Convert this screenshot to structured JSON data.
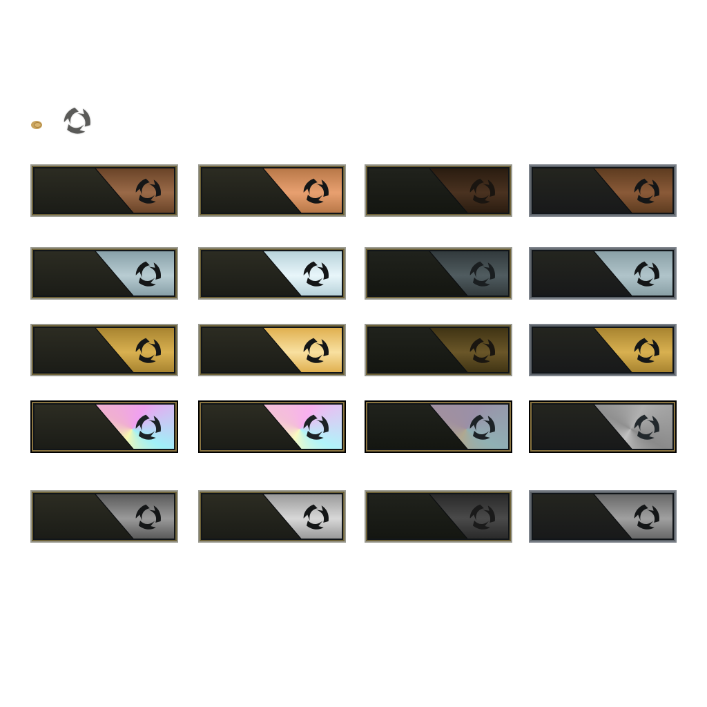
{
  "header": {
    "coin_icon": "coin-icon",
    "emblem_icon": "emblem-icon",
    "emblem_color": "#5a5a58"
  },
  "badges": [
    {
      "tier": "bronze",
      "plate": [
        "#9a6a48",
        "#6a4428"
      ],
      "glyph": "#141617"
    },
    {
      "tier": "bronze",
      "plate": [
        "#e8a070",
        "#b87848"
      ],
      "glyph": "#141617"
    },
    {
      "tier": "bronze",
      "plate": [
        "#4a3220",
        "#2a1c10"
      ],
      "glyph": "#1a1510"
    },
    {
      "tier": "bronze",
      "plate": [
        "#8a5a38",
        "#5e3c20"
      ],
      "glyph": "#141617"
    },
    {
      "tier": "silver",
      "plate": [
        "#b8ccd2",
        "#88a0a8"
      ],
      "glyph": "#141617"
    },
    {
      "tier": "silver",
      "plate": [
        "#e8f6fa",
        "#b8d2da"
      ],
      "glyph": "#141617"
    },
    {
      "tier": "silver",
      "plate": [
        "#505c60",
        "#323a3c"
      ],
      "glyph": "#1a1e20"
    },
    {
      "tier": "silver",
      "plate": [
        "#b0c4ca",
        "#8aa0a6"
      ],
      "glyph": "#141617"
    },
    {
      "tier": "gold",
      "plate": [
        "#d8b050",
        "#a88430"
      ],
      "glyph": "#141617"
    },
    {
      "tier": "gold",
      "plate": [
        "#f8e0a0",
        "#e0b050"
      ],
      "glyph": "#141617"
    },
    {
      "tier": "gold",
      "plate": [
        "#6a5628",
        "#403414"
      ],
      "glyph": "#1a1610"
    },
    {
      "tier": "gold",
      "plate": [
        "#d8b050",
        "#a88430"
      ],
      "glyph": "#141617"
    },
    {
      "tier": "holo",
      "plate": [
        "#f0a0f0",
        "#a0f0f8",
        "#f8f8b0",
        "#f0b0d0"
      ],
      "glyph": "#1c2226"
    },
    {
      "tier": "holo",
      "plate": [
        "#f8b0f0",
        "#b0f4fa",
        "#fafac0",
        "#f4c0d8"
      ],
      "glyph": "#1c2226"
    },
    {
      "tier": "holo",
      "plate": [
        "#9a90a8",
        "#90b0b4",
        "#b0a890",
        "#a090a0"
      ],
      "glyph": "#1c2226"
    },
    {
      "tier": "holo",
      "plate": [
        "#b0b0b0",
        "#8a8a8a",
        "#c0c0c0",
        "#909090"
      ],
      "glyph": "#22282c"
    },
    {
      "tier": "grey",
      "plate": [
        "#9a9a9a",
        "#5a5a5a"
      ],
      "glyph": "#141617"
    },
    {
      "tier": "grey",
      "plate": [
        "#d8d8d8",
        "#9a9a9a"
      ],
      "glyph": "#141617"
    },
    {
      "tier": "grey",
      "plate": [
        "#4a4a4a",
        "#2a2a2a"
      ],
      "glyph": "#1a1a1a"
    },
    {
      "tier": "grey",
      "plate": [
        "#a0a0a0",
        "#686868"
      ],
      "glyph": "#141617"
    }
  ]
}
